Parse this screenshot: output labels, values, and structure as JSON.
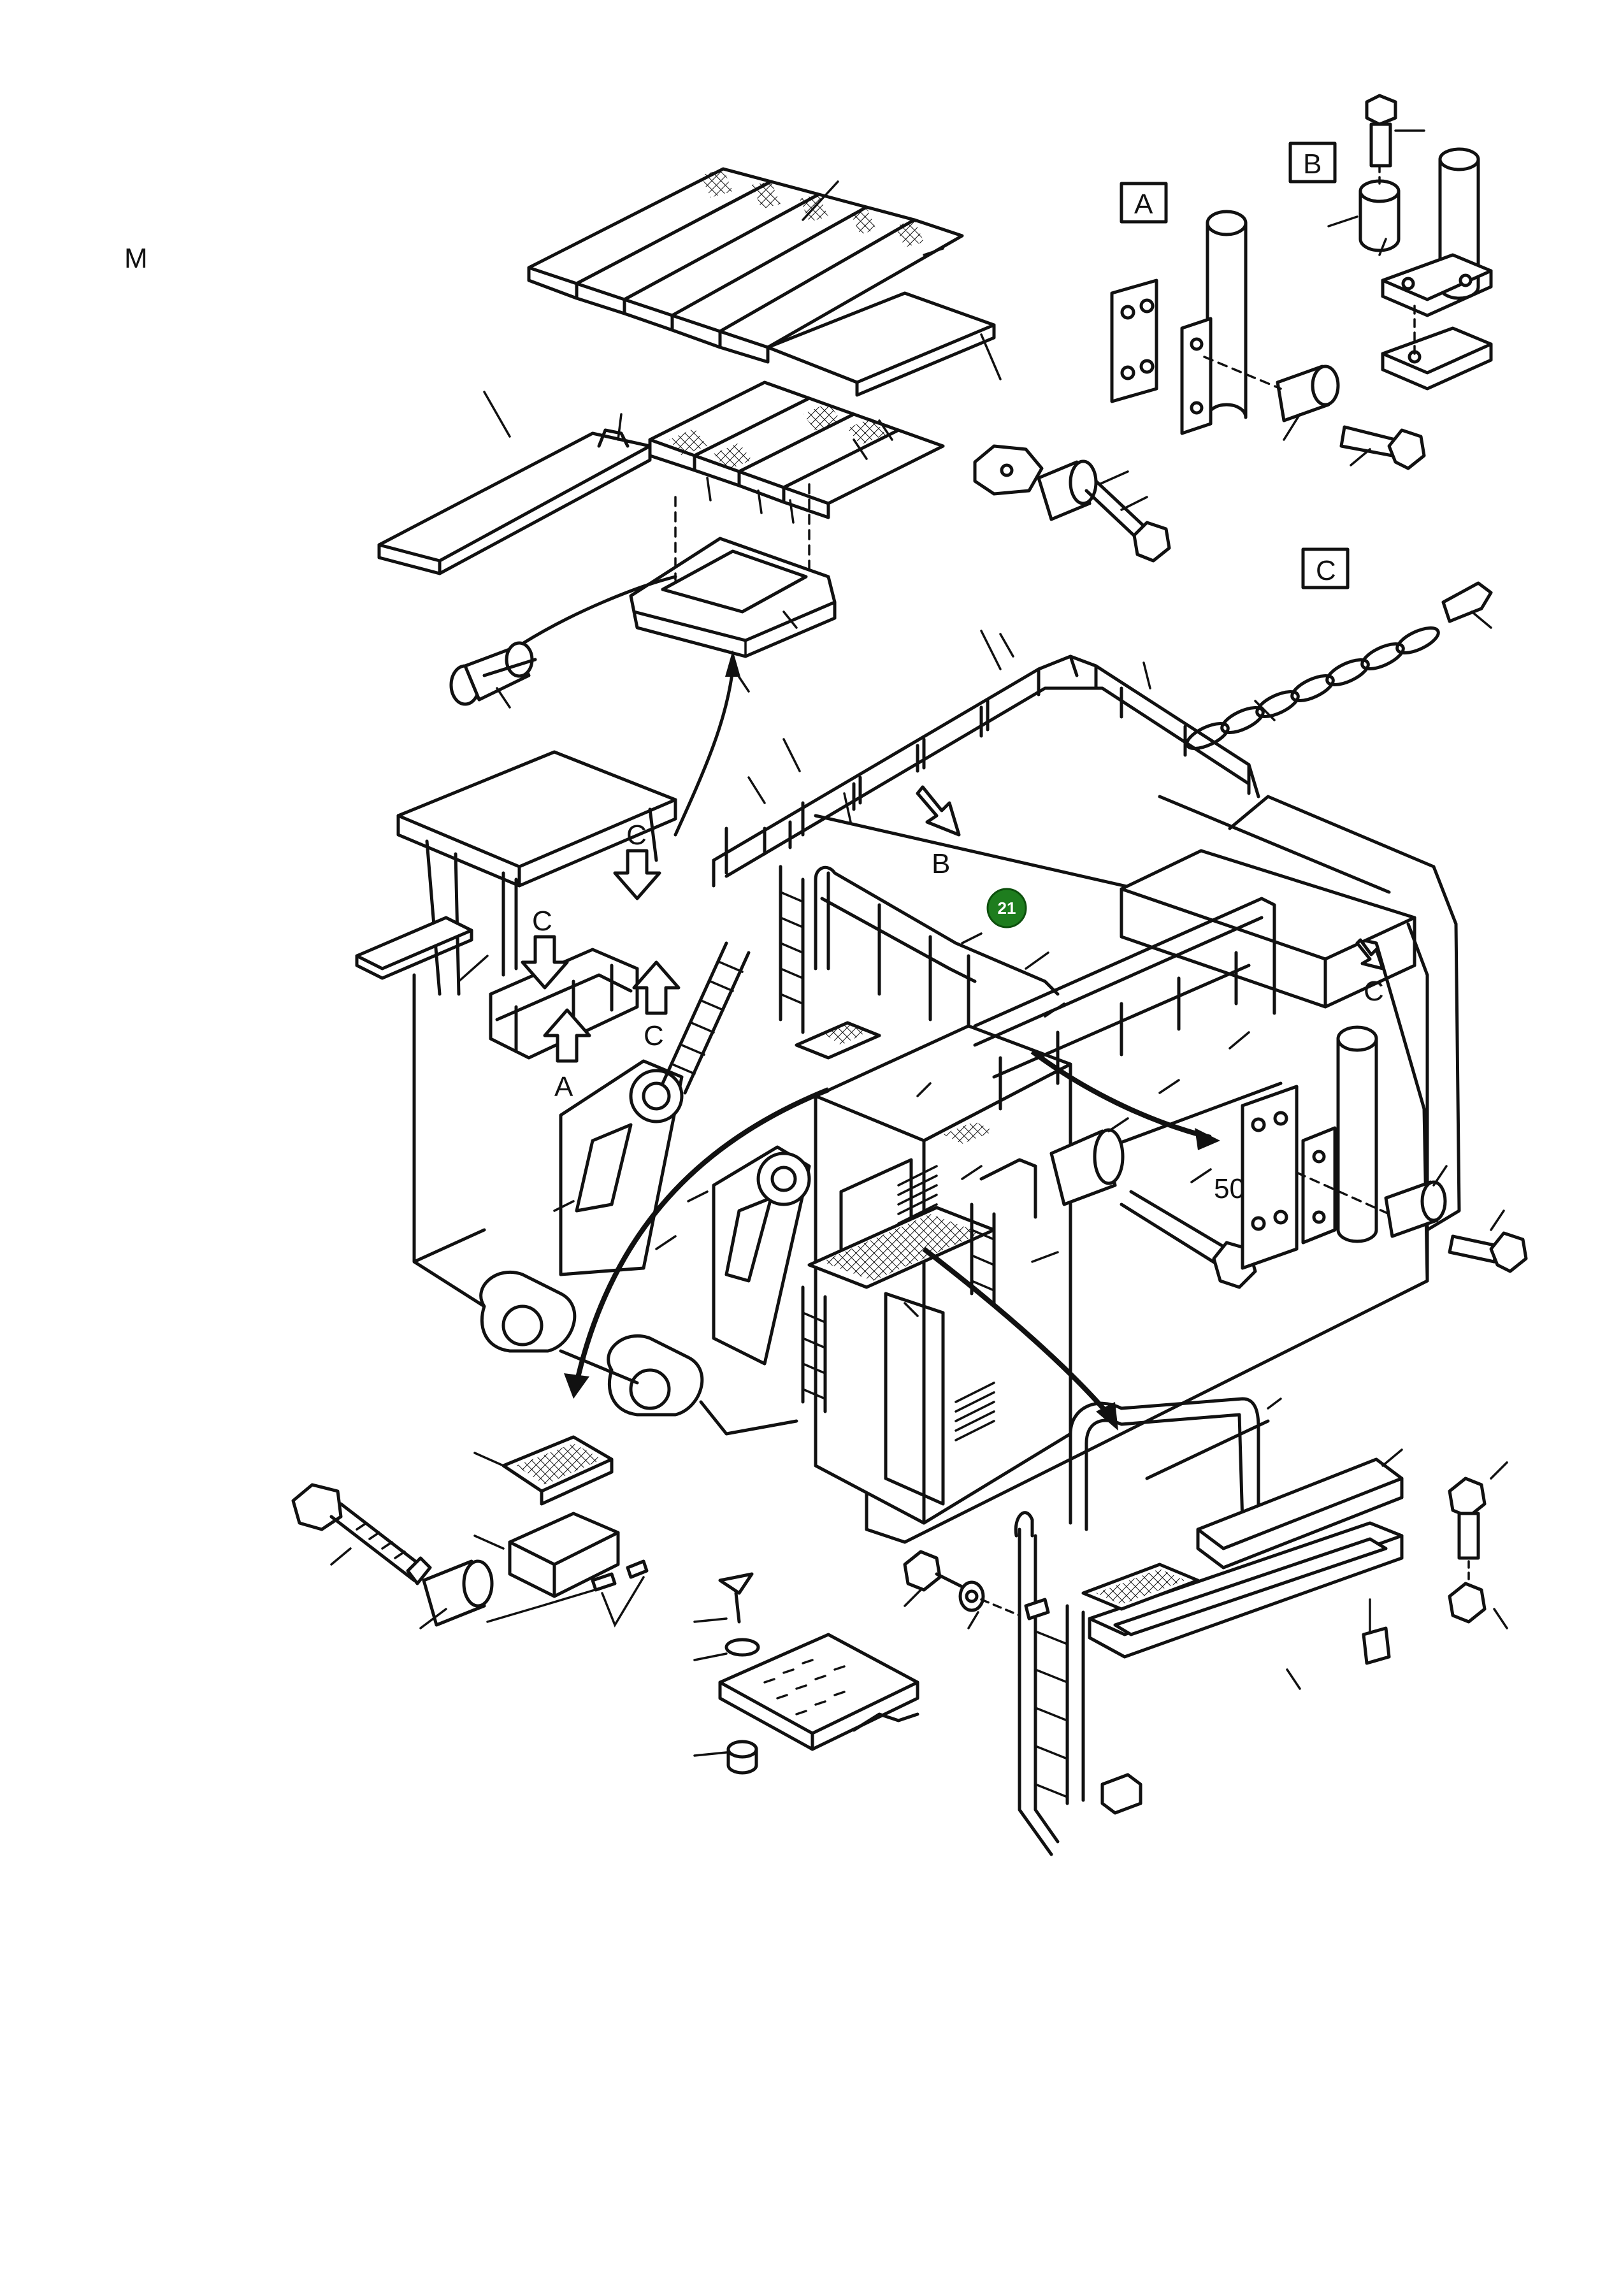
{
  "page": {
    "corner_letter": "M"
  },
  "callout_badge": {
    "number": "21",
    "color": "#1e7d1e"
  },
  "view_labels": {
    "A": "A",
    "B": "B",
    "C": "C"
  },
  "arrow_labels": {
    "a1": "A",
    "b1": "B",
    "c1": "C",
    "c2": "C",
    "c3": "C",
    "c4": "C"
  },
  "part_numbers": {
    "p50": "50"
  },
  "colors": {
    "line": "#111111",
    "background": "#ffffff"
  }
}
